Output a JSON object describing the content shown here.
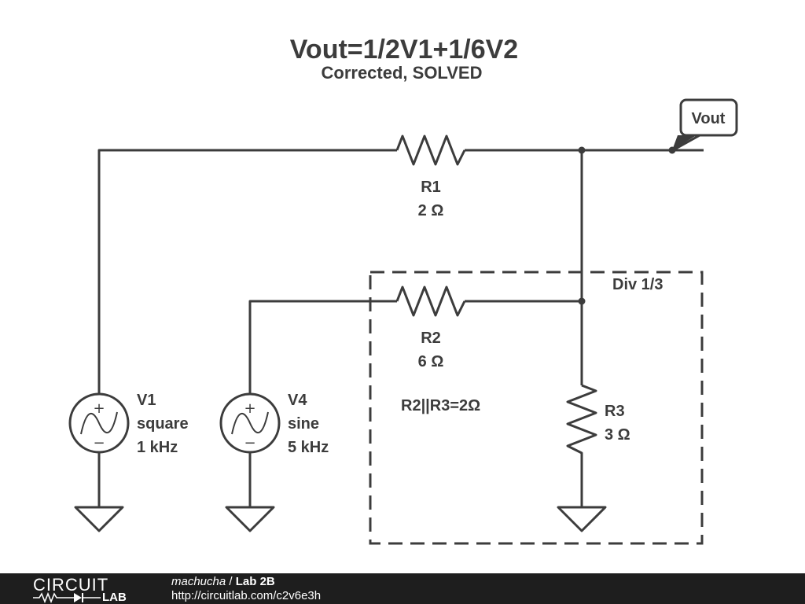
{
  "title": "Vout=1/2V1+1/6V2",
  "subtitle": "Corrected, SOLVED",
  "colors": {
    "ink": "#3c3c3c",
    "footer_bg": "#1e1e1e",
    "footer_text": "#ffffff"
  },
  "components": {
    "r1": {
      "name": "R1",
      "value": "2 Ω"
    },
    "r2": {
      "name": "R2",
      "value": "6 Ω"
    },
    "r3": {
      "name": "R3",
      "value": "3 Ω"
    },
    "v1": {
      "name": "V1",
      "wave": "square",
      "freq": "1 kHz"
    },
    "v4": {
      "name": "V4",
      "wave": "sine",
      "freq": "5 kHz"
    }
  },
  "net_label": "Vout",
  "annotations": {
    "divider_box": "Div 1/3",
    "parallel_note": "R2||R3=2Ω"
  },
  "source_symbols": {
    "plus": "+",
    "minus": "−"
  },
  "footer": {
    "logo_top": "CIRCUIT",
    "logo_bottom": "LAB",
    "author": "machucha",
    "separator": " / ",
    "project": "Lab 2B",
    "url": "http://circuitlab.com/c2v6e3h"
  }
}
